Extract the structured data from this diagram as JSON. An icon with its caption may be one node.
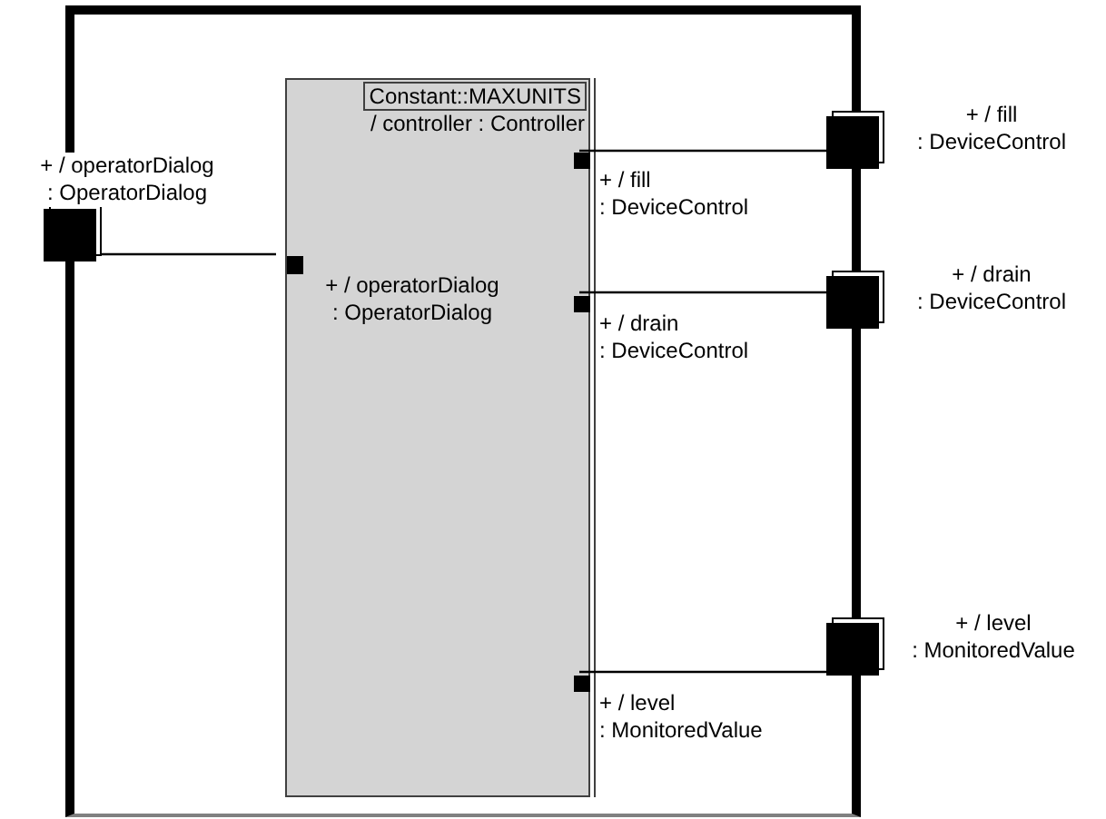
{
  "diagram": {
    "nodes": [
      {
        "text": [],
        "shape": "box"
      },
      {
        "text": [
          "Constant::MAXUNITS",
          "/ controller : Controller"
        ],
        "in": 0
      },
      {
        "text": [],
        "shape": "box",
        "beside": [
          "+ / operatorDialog",
          ": OperatorDialog"
        ]
      },
      {
        "text": [],
        "shape": "box",
        "in": 1
      },
      {
        "text": [],
        "shape": "box",
        "in": 1
      },
      {
        "text": [],
        "shape": "box",
        "in": 1
      },
      {
        "text": [],
        "shape": "box",
        "in": 1
      },
      {
        "text": [],
        "shape": "box",
        "beside": [
          "+ / fill",
          ": DeviceControl"
        ]
      },
      {
        "text": [],
        "shape": "box",
        "beside": [
          "+ / drain",
          ": DeviceControl"
        ]
      },
      {
        "text": [],
        "shape": "box",
        "beside": [
          "+ / level",
          ": MonitoredValue"
        ]
      }
    ],
    "edges": [
      {
        "from": 2,
        "to": 3,
        "arrow": "none"
      },
      {
        "from": 4,
        "to": 7,
        "arrow": "none"
      },
      {
        "from": 5,
        "to": 8,
        "arrow": "none"
      },
      {
        "from": 6,
        "to": 9,
        "arrow": "none"
      }
    ],
    "labels": [
      "+ / operatorDialog",
      ": OperatorDialog",
      "+ / fill",
      ": DeviceControl",
      "+ / drain",
      ": DeviceControl",
      "+ / level",
      ": MonitoredValue"
    ]
  }
}
